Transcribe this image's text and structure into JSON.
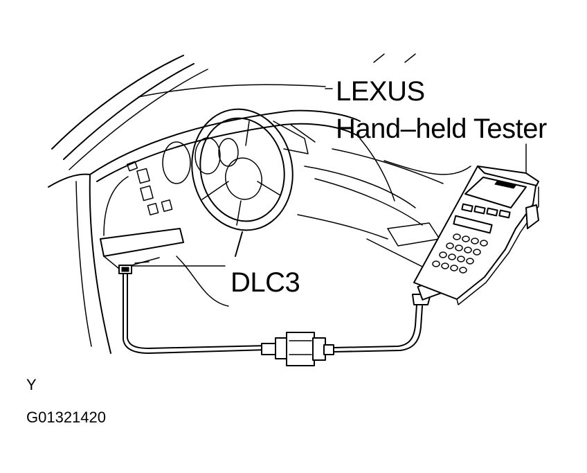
{
  "labels": {
    "brand": "LEXUS",
    "tester": "Hand–held Tester",
    "connector": "DLC3",
    "corner_code": "Y",
    "figure_id": "G01321420"
  },
  "colors": {
    "ink": "#000000",
    "background": "#ffffff"
  }
}
